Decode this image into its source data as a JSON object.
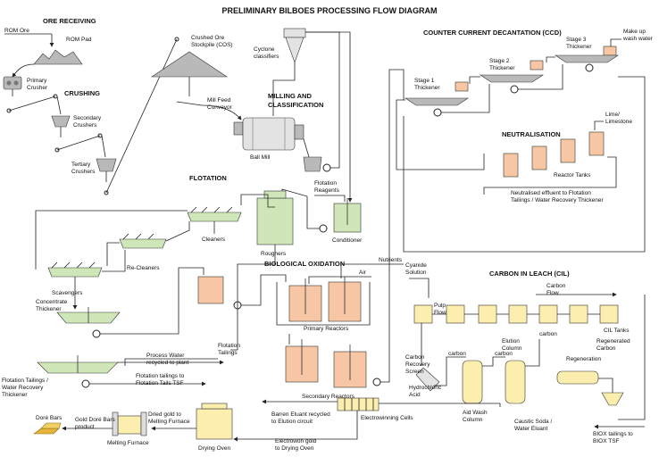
{
  "title": "PRELIMINARY BILBOES PROCESSING FLOW DIAGRAM",
  "sections": {
    "ore_receiving": "ORE RECEIVING",
    "crushing": "CRUSHING",
    "milling": [
      "MILLING AND",
      "CLASSIFICATION"
    ],
    "flotation": "FLOTATION",
    "bio_oxidation": "BIOLOGICAL OXIDATION",
    "ccd": "COUNTER CURRENT DECANTATION (CCD)",
    "neutralisation": "NEUTRALISATION",
    "cil": "CARBON IN LEACH (CIL)"
  },
  "labels": {
    "rom_ore": "ROM Ore",
    "rom_pad": "ROM Pad",
    "primary_crusher": [
      "Primary",
      "Crusher"
    ],
    "secondary_crushers": [
      "Secondary",
      "Crushers"
    ],
    "tertiary_crushers": [
      "Tertiary",
      "Crushers"
    ],
    "crushed_ore_stockpile": [
      "Crushed Ore",
      "Stockpile (COS)"
    ],
    "mill_feed_conveyor": [
      "Mill Feed",
      "Conveyor"
    ],
    "cyclone_classifiers": [
      "Cyclone",
      "classifiers"
    ],
    "ball_mill": "Ball Mill",
    "flotation_reagents": [
      "Flotation",
      "Reagents"
    ],
    "conditioner": "Conditioner",
    "cleaners": "Cleaners",
    "re_cleaners": "Re-Cleaners",
    "scavengers": "Scavengers",
    "roughers": "Roughers",
    "concentrate_thickener": [
      "Concentrate",
      "Thickener"
    ],
    "process_water": [
      "Process Water",
      "recycled to plant"
    ],
    "flot_tailings_thickener": [
      "Flotation Tailings /",
      "Water Recovery",
      "Thickener"
    ],
    "flotation_tailings_to_tsf": [
      "Flotation tailings to",
      "Flotation Tails TSF"
    ],
    "flotation_tailings": [
      "Flotation",
      "Tailings"
    ],
    "nutrients": "Nutrients",
    "air": "Air",
    "primary_reactors": "Primary Reactors",
    "secondary_reactors": "Secondary Reactors",
    "make_up_wash_water": [
      "Make up",
      "wash water"
    ],
    "stage1_thickener": [
      "Stage 1",
      "Thickener"
    ],
    "stage2_thickener": [
      "Stage 2",
      "Thickener"
    ],
    "stage3_thickener": [
      "Stage 3",
      "Thickener"
    ],
    "lime_limestone": [
      "Lime/",
      "Limestone"
    ],
    "reactor_tanks": "Reactor Tanks",
    "neutralised_effluent": [
      "Neutralised effluent to Flotation",
      "Tailings / Water Recovery Thickener"
    ],
    "cyanide_solution": [
      "Cyanide",
      "Solution"
    ],
    "pulp_flow": [
      "Pulp",
      "Flow"
    ],
    "carbon_flow": [
      "Carbon",
      "Flow"
    ],
    "carbon": "carbon",
    "cil_tanks": "CIL Tanks",
    "regenerated_carbon": [
      "Regenerated",
      "Carbon"
    ],
    "carbon_recovery_screen": [
      "Carbon",
      "Recovery",
      "Screen"
    ],
    "elution_column": [
      "Elution",
      "Column"
    ],
    "regeneration": "Regeneration",
    "hydrochloric_acid": [
      "Hydrochloric",
      "Acid"
    ],
    "acid_wash_column": [
      "Aid Wash",
      "Column"
    ],
    "caustic_soda": [
      "Caustic Soda /",
      "Water Eluant"
    ],
    "biox_tailings": [
      "BIOX tailings to",
      "BIOX TSF"
    ],
    "barren_eluant": [
      "Barren Eluant recycled",
      "to Elution circuit"
    ],
    "electrowinning_cells": "Electrowinning Cells",
    "electrowon_gold": [
      "Electrowon gold",
      "to Drying Oven"
    ],
    "drying_oven": "Drying Oven",
    "dried_gold": [
      "Dried gold to",
      "Melting Furnace"
    ],
    "melting_furnace": "Melting Furnace",
    "gold_dore_bars": [
      "Gold Doré Bars",
      "product"
    ],
    "dore_bars": "Doré Bars"
  },
  "colors": {
    "flotation_cells": "#cfe7b8",
    "bio_tanks": "#f6c6a5",
    "cil_tanks": "#fbeeae",
    "equipment": "#b9b9b9",
    "gold": "#e5b53a"
  }
}
